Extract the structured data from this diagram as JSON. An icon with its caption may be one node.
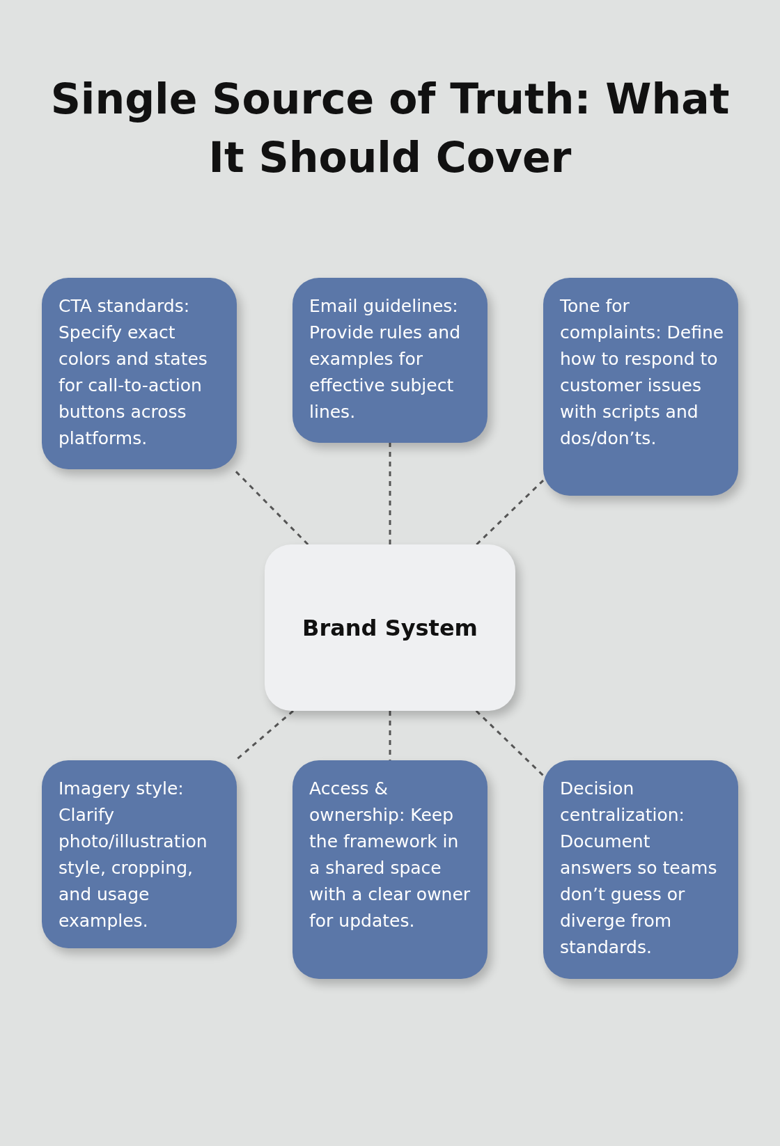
{
  "diagram": {
    "title": "Single Source of Truth: What It Should Cover",
    "nodes": [
      {
        "text": [
          "CTA standards: Specify exact colors and states for call-to-action buttons across platforms."
        ]
      },
      {
        "text": [
          "Email guidelines: Provide rules and examples for effective subject lines."
        ]
      },
      {
        "text": [
          "Tone for complaints: Define how to respond to customer issues with scripts and dos/don’ts."
        ]
      },
      {
        "text": [
          "Brand System"
        ]
      },
      {
        "text": [
          "Imagery style: Clarify photo/illustration style, cropping, and usage examples."
        ]
      },
      {
        "text": [
          "Access & ownership: Keep the framework in a shared space with a clear owner for updates."
        ]
      },
      {
        "text": [
          "Decision centralization: Document answers so teams don’t guess or diverge from standards."
        ]
      }
    ],
    "edges": [
      {
        "from": 3,
        "to": 0,
        "arrow": "none",
        "style": "dashed"
      },
      {
        "from": 3,
        "to": 1,
        "arrow": "none",
        "style": "dashed"
      },
      {
        "from": 3,
        "to": 2,
        "arrow": "none",
        "style": "dashed"
      },
      {
        "from": 3,
        "to": 4,
        "arrow": "none",
        "style": "dashed"
      },
      {
        "from": 3,
        "to": 5,
        "arrow": "none",
        "style": "dashed"
      },
      {
        "from": 3,
        "to": 6,
        "arrow": "none",
        "style": "dashed"
      }
    ]
  }
}
